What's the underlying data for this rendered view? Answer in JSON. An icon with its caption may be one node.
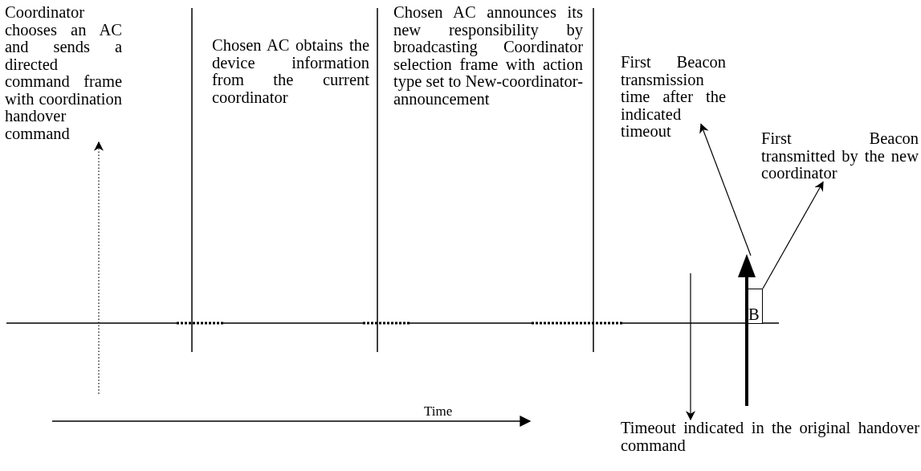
{
  "diagram": {
    "nodes": [
      {
        "text": [
          "Coordinator chooses an AC and sends a directed command frame with coordination handover command"
        ]
      },
      {
        "text": [
          "Chosen AC obtains the device information from the current coordinator"
        ]
      },
      {
        "text": [
          "Chosen AC announces its new responsibility by broadcasting Coordinator selection frame with action type set to New-coordinator-announcement"
        ]
      },
      {
        "text": [
          "First Beacon transmission time after the indicated timeout"
        ]
      },
      {
        "text": [
          "First Beacon transmitted by the new coordinator"
        ]
      },
      {
        "text": [
          "B"
        ]
      },
      {
        "text": [
          "Timeout indicated in the original handover command"
        ]
      }
    ],
    "edges": [
      {
        "from": null,
        "to": 0,
        "arrow": "to",
        "style": "dashed"
      },
      {
        "from": null,
        "to": 3,
        "arrow": "to"
      },
      {
        "from": 5,
        "to": 4,
        "arrow": "to"
      },
      {
        "from": null,
        "to": 6,
        "arrow": "to"
      }
    ],
    "labels": [
      "Time"
    ]
  }
}
